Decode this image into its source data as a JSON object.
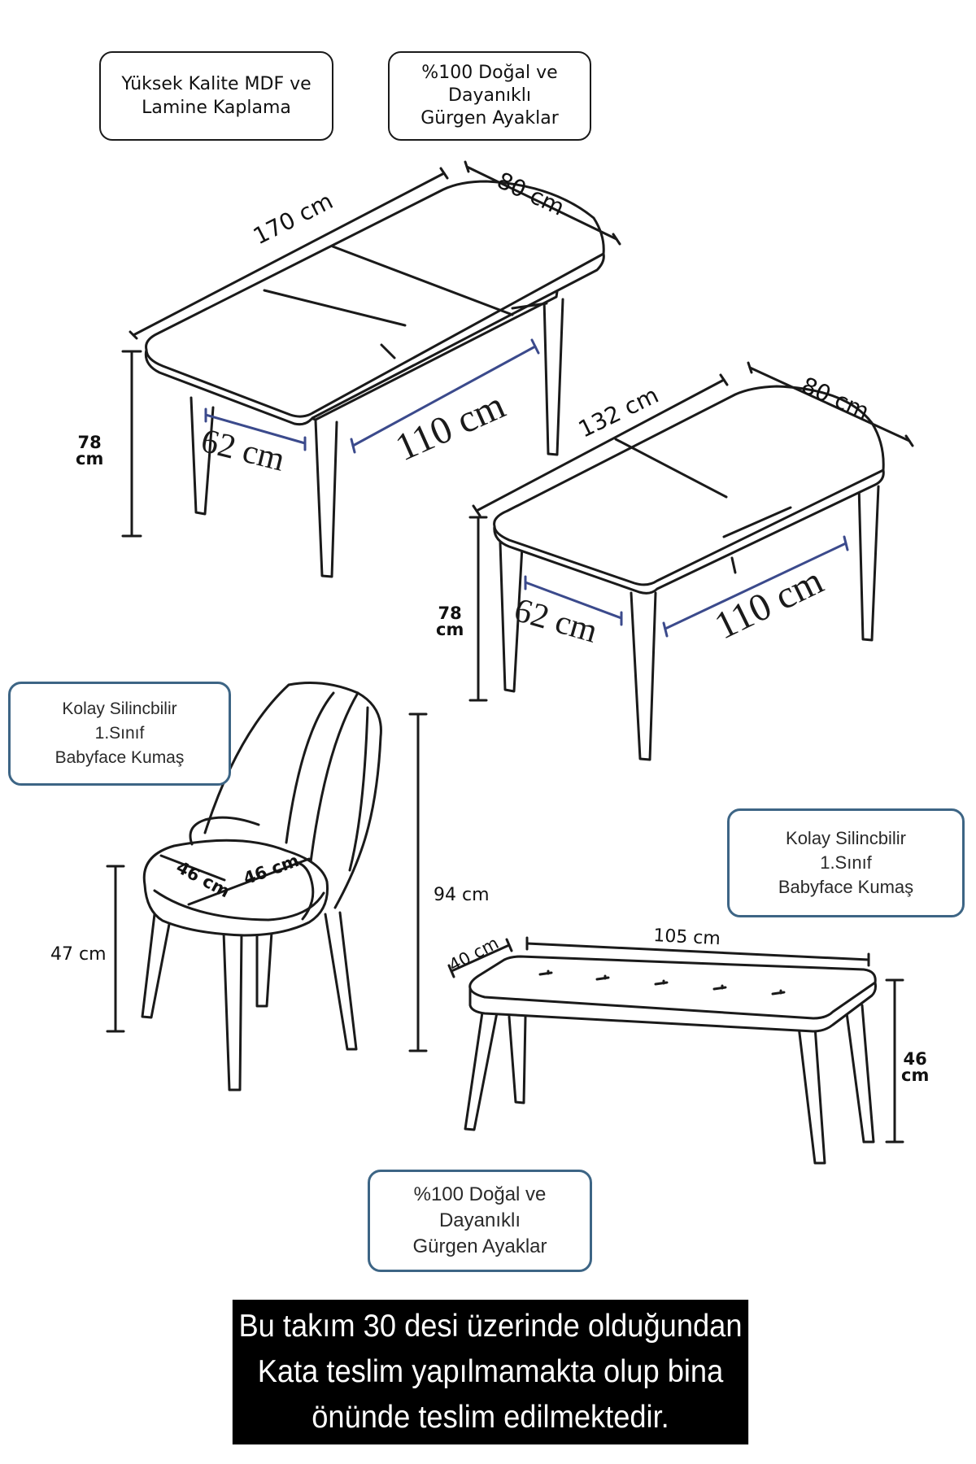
{
  "callouts": {
    "mdf": [
      "Yüksek Kalite MDF ve",
      "Lamine Kaplama"
    ],
    "legs_top": [
      "%100 Doğal ve",
      "Dayanıklı",
      "Gürgen Ayaklar"
    ],
    "fabric_chair": [
      "Kolay Silincbilir",
      "1.Sınıf",
      "Babyface Kumaş"
    ],
    "fabric_bench": [
      "Kolay Silincbilir",
      "1.Sınıf",
      "Babyface Kumaş"
    ],
    "legs_bottom": [
      "%100 Doğal ve",
      "Dayanıklı",
      "Gürgen Ayaklar"
    ]
  },
  "table_extended": {
    "length": "170 cm",
    "width": "80 cm",
    "height_top": "78",
    "height_bottom": "cm",
    "leg_span_short": "62 cm",
    "leg_span_long": "110 cm"
  },
  "table_closed": {
    "length": "132 cm",
    "width": "80 cm",
    "height_top": "78",
    "height_bottom": "cm",
    "leg_span_short": "62 cm",
    "leg_span_long": "110 cm"
  },
  "chair": {
    "seat_depth": "46 cm",
    "seat_width": "46 cm",
    "seat_height": "47 cm",
    "total_height": "94 cm"
  },
  "bench": {
    "length": "105 cm",
    "depth": "40 cm",
    "height_top": "46",
    "height_bottom": "cm"
  },
  "notice": [
    "Bu takım 30 desi üzerinde olduğundan",
    "Kata teslim yapılmamakta olup bina",
    "önünde teslim edilmektedir."
  ],
  "colors": {
    "line": "#1a1a1a",
    "accent_dimension": "#3b4a8c",
    "callout_border_blue": "#3d6585",
    "notice_bg": "#000000"
  }
}
